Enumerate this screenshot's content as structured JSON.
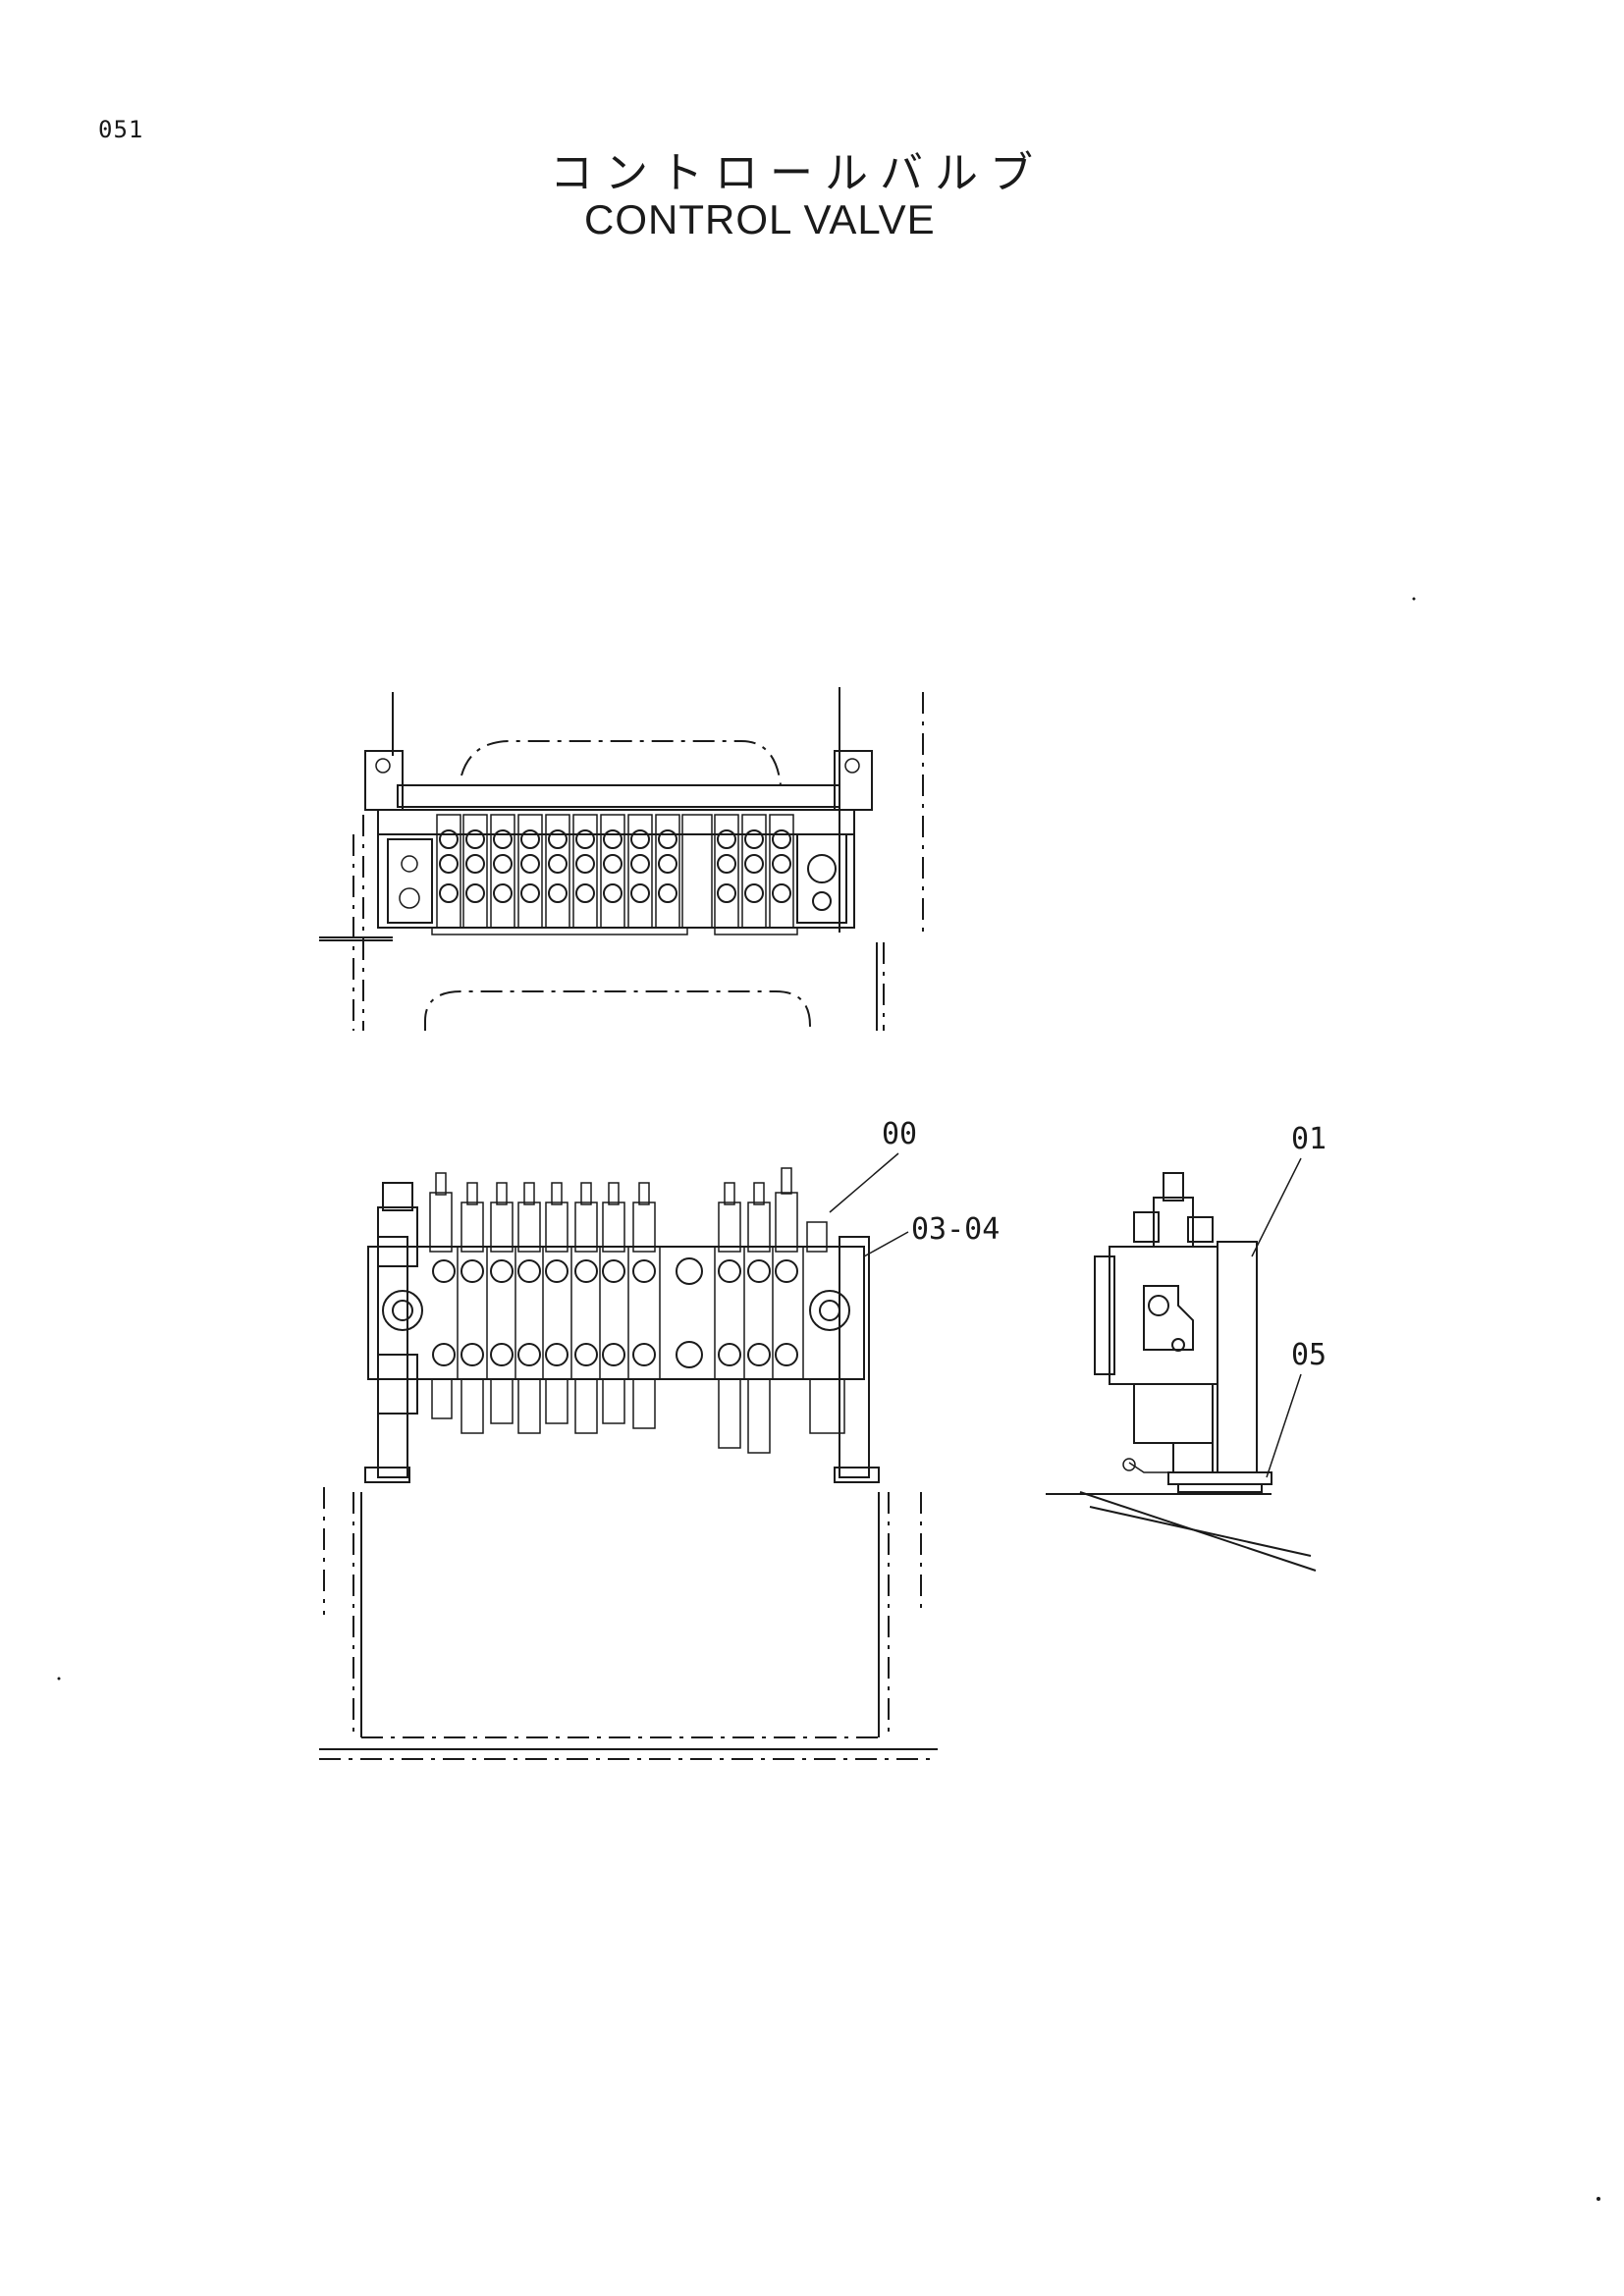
{
  "page_number": "051",
  "title": {
    "jp": "コントロールバルブ",
    "en": "CONTROL VALVE"
  },
  "callouts": [
    {
      "id": "c00",
      "label": "00"
    },
    {
      "id": "c0304",
      "label": "03-04"
    },
    {
      "id": "c01",
      "label": "01"
    },
    {
      "id": "c05",
      "label": "05"
    }
  ]
}
